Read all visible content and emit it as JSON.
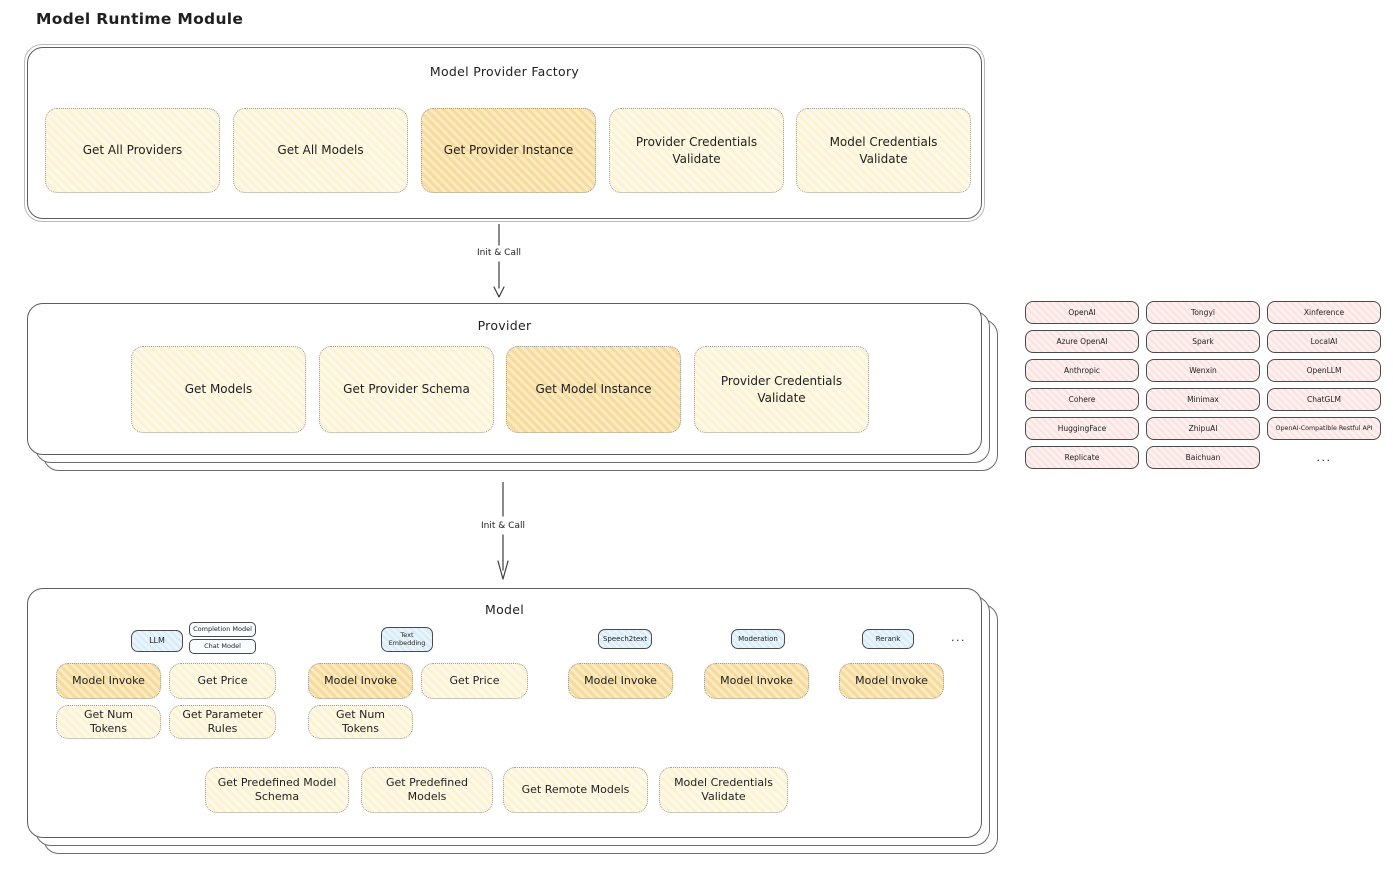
{
  "title": "Model Runtime Module",
  "arrows": {
    "label1": "Init & Call",
    "label2": "Init & Call"
  },
  "factory": {
    "title": "Model Provider Factory",
    "nodes": [
      "Get All Providers",
      "Get All Models",
      "Get Provider Instance",
      "Provider Credentials Validate",
      "Model Credentials Validate"
    ]
  },
  "provider": {
    "title": "Provider",
    "nodes": [
      "Get Models",
      "Get Provider Schema",
      "Get Model Instance",
      "Provider Credentials Validate"
    ]
  },
  "providers_list": {
    "items": [
      "OpenAI",
      "Tongyi",
      "Xinference",
      "Azure OpenAI",
      "Spark",
      "LocalAI",
      "Anthropic",
      "Wenxin",
      "OpenLLM",
      "Cohere",
      "Minimax",
      "ChatGLM",
      "HuggingFace",
      "ZhipuAI",
      "OpenAI-Compatible Restful API",
      "Replicate",
      "Baichuan"
    ],
    "more": "..."
  },
  "model": {
    "title": "Model",
    "tabs": {
      "llm": "LLM",
      "completion_model": "Completion Model",
      "chat_model": "Chat Model",
      "text_embedding": "Text Embedding",
      "speech2text": "Speech2text",
      "moderation": "Moderation",
      "rerank": "Rerank",
      "more": "..."
    },
    "ops": {
      "model_invoke": "Model Invoke",
      "get_price": "Get Price",
      "get_num_tokens": "Get Num Tokens",
      "get_parameter_rules": "Get Parameter Rules",
      "get_predefined_model_schema": "Get Predefined Model Schema",
      "get_predefined_models": "Get Predefined Models",
      "get_remote_models": "Get Remote Models",
      "model_credentials_validate": "Model Credentials Validate"
    }
  },
  "colors": {
    "node_yellow": "#fdf4d8",
    "node_orange": "#f8dda2",
    "provider_pink": "#fbe5e3",
    "tab_blue": "#dcedf9",
    "border_dark": "#4a4a4a"
  }
}
